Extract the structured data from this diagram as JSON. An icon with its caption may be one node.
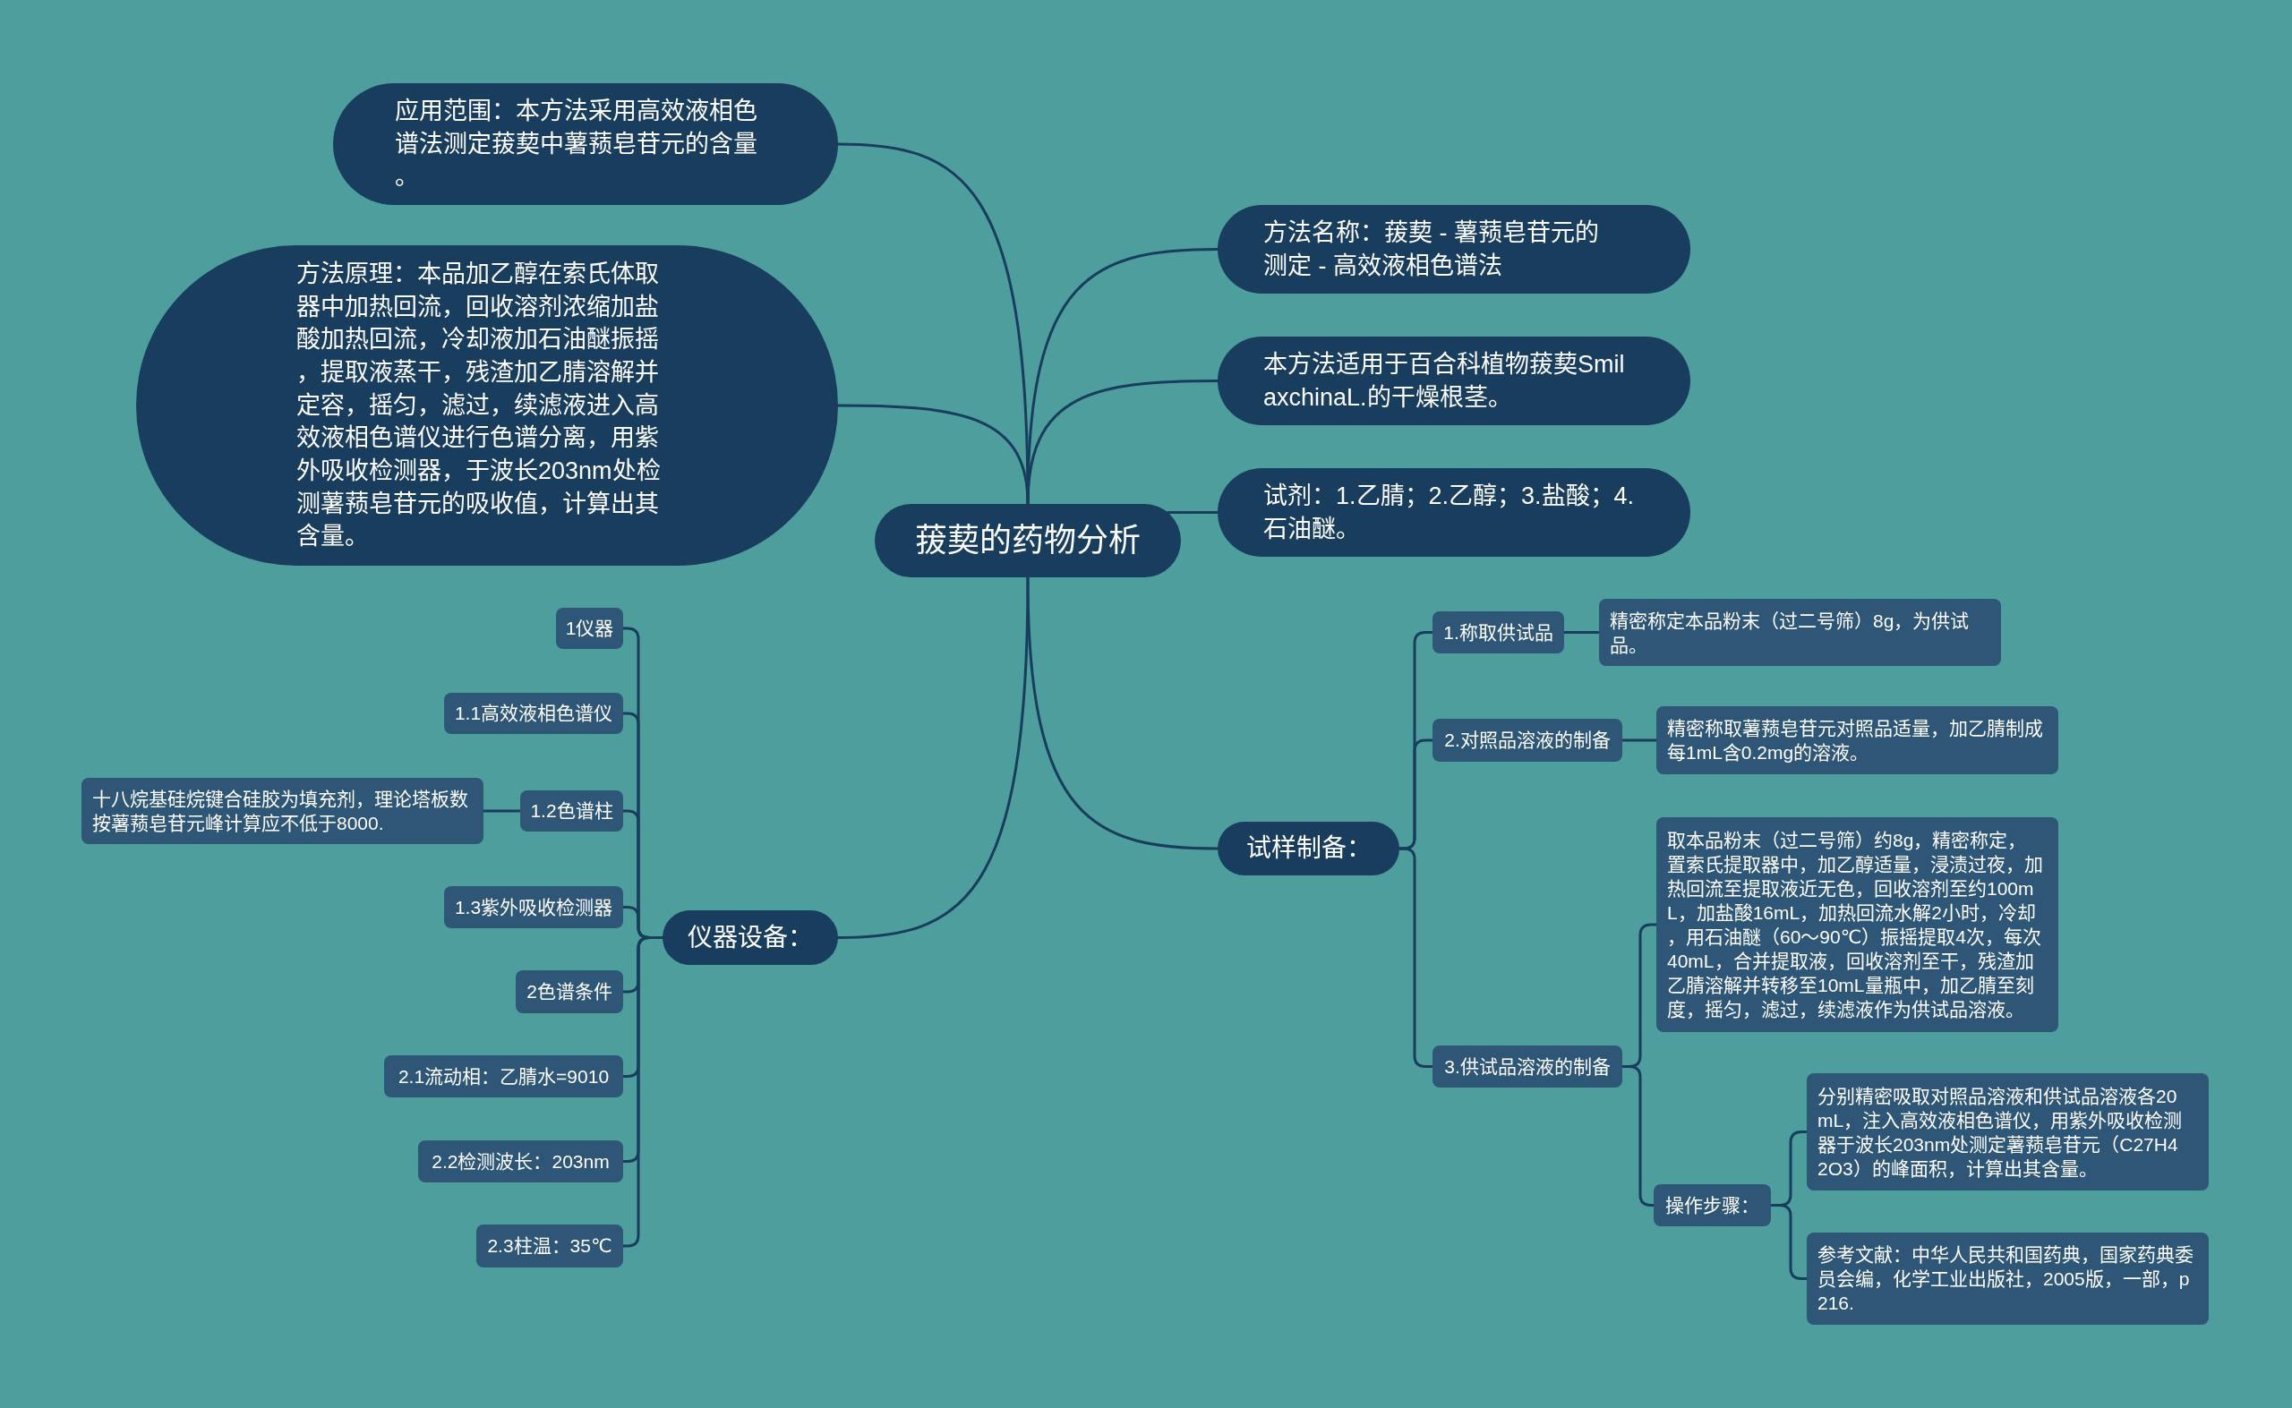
{
  "diagram": {
    "nodes": [
      {
        "text": [
          "菝葜的药物分析"
        ]
      },
      {
        "text": [
          "应用范围：本方法采用高效液相色谱法测定菝葜中薯蓣皂苷元的含量。"
        ]
      },
      {
        "text": [
          "方法原理：本品加乙醇在索氏体取器中加热回流，回收溶剂浓缩加盐酸加热回流，冷却液加石油醚振摇，提取液蒸干，残渣加乙腈溶解并定容，摇匀，滤过，续滤液进入高效液相色谱仪进行色谱分离，用紫外吸收检测器，于波长203nm处检测薯蓣皂苷元的吸收值，计算出其含量。"
        ]
      },
      {
        "text": [
          "方法名称：菝葜 - 薯蓣皂苷元的测定 - 高效液相色谱法"
        ]
      },
      {
        "text": [
          "本方法适用于百合科植物菝葜SmilaxchinaL.的干燥根茎。"
        ]
      },
      {
        "text": [
          "试剂：1.乙腈；2.乙醇；3.盐酸；4.石油醚。"
        ]
      },
      {
        "text": [
          "试样制备："
        ]
      },
      {
        "text": [
          "1.称取供试品"
        ]
      },
      {
        "text": [
          "精密称定本品粉末（过二号筛）8g，为供试品。"
        ]
      },
      {
        "text": [
          "2.对照品溶液的制备"
        ]
      },
      {
        "text": [
          "精密称取薯蓣皂苷元对照品适量，加乙腈制成每1mL含0.2mg的溶液。"
        ]
      },
      {
        "text": [
          "3.供试品溶液的制备"
        ]
      },
      {
        "text": [
          "取本品粉末（过二号筛）约8g，精密称定，置索氏提取器中，加乙醇适量，浸渍过夜，加热回流至提取液近无色，回收溶剂至约100mL，加盐酸16mL，加热回流水解2小时，冷却，用石油醚（60～90℃）振摇提取4次，每次40mL，合并提取液，回收溶剂至干，残渣加乙腈溶解并转移至10mL量瓶中，加乙腈至刻度，摇匀，滤过，续滤液作为供试品溶液。"
        ]
      },
      {
        "text": [
          "操作步骤："
        ]
      },
      {
        "text": [
          "分别精密吸取对照品溶液和供试品溶液各20mL，注入高效液相色谱仪，用紫外吸收检测器于波长203nm处测定薯蓣皂苷元（C27H42O3）的峰面积，计算出其含量。"
        ]
      },
      {
        "text": [
          "参考文献：中华人民共和国药典，国家药典委员会编，化学工业出版社，2005版，一部，p216."
        ]
      },
      {
        "text": [
          "仪器设备："
        ]
      },
      {
        "text": [
          "1仪器"
        ]
      },
      {
        "text": [
          "1.1高效液相色谱仪"
        ]
      },
      {
        "text": [
          "1.2色谱柱"
        ]
      },
      {
        "text": [
          "十八烷基硅烷键合硅胶为填充剂，理论塔板数按薯蓣皂苷元峰计算应不低于8000."
        ]
      },
      {
        "text": [
          "1.3紫外吸收检测器"
        ]
      },
      {
        "text": [
          "2色谱条件"
        ]
      },
      {
        "text": [
          "2.1流动相：乙腈水=9010"
        ]
      },
      {
        "text": [
          "2.2检测波长：203nm"
        ]
      },
      {
        "text": [
          "2.3柱温：35℃"
        ]
      }
    ],
    "edges": [
      {
        "from": 0,
        "to": 1,
        "arrow": "none"
      },
      {
        "from": 0,
        "to": 2,
        "arrow": "none"
      },
      {
        "from": 0,
        "to": 3,
        "arrow": "none"
      },
      {
        "from": 0,
        "to": 4,
        "arrow": "none"
      },
      {
        "from": 0,
        "to": 5,
        "arrow": "none"
      },
      {
        "from": 0,
        "to": 6,
        "arrow": "none"
      },
      {
        "from": 0,
        "to": 16,
        "arrow": "none"
      },
      {
        "from": 6,
        "to": 7,
        "arrow": "none"
      },
      {
        "from": 6,
        "to": 9,
        "arrow": "none"
      },
      {
        "from": 6,
        "to": 11,
        "arrow": "none"
      },
      {
        "from": 7,
        "to": 8,
        "arrow": "none"
      },
      {
        "from": 9,
        "to": 10,
        "arrow": "none"
      },
      {
        "from": 11,
        "to": 12,
        "arrow": "none"
      },
      {
        "from": 11,
        "to": 13,
        "arrow": "none"
      },
      {
        "from": 13,
        "to": 14,
        "arrow": "none"
      },
      {
        "from": 13,
        "to": 15,
        "arrow": "none"
      },
      {
        "from": 16,
        "to": 17,
        "arrow": "none"
      },
      {
        "from": 16,
        "to": 18,
        "arrow": "none"
      },
      {
        "from": 16,
        "to": 19,
        "arrow": "none"
      },
      {
        "from": 16,
        "to": 21,
        "arrow": "none"
      },
      {
        "from": 16,
        "to": 22,
        "arrow": "none"
      },
      {
        "from": 16,
        "to": 23,
        "arrow": "none"
      },
      {
        "from": 16,
        "to": 24,
        "arrow": "none"
      },
      {
        "from": 16,
        "to": 25,
        "arrow": "none"
      },
      {
        "from": 19,
        "to": 20,
        "arrow": "none"
      }
    ]
  }
}
